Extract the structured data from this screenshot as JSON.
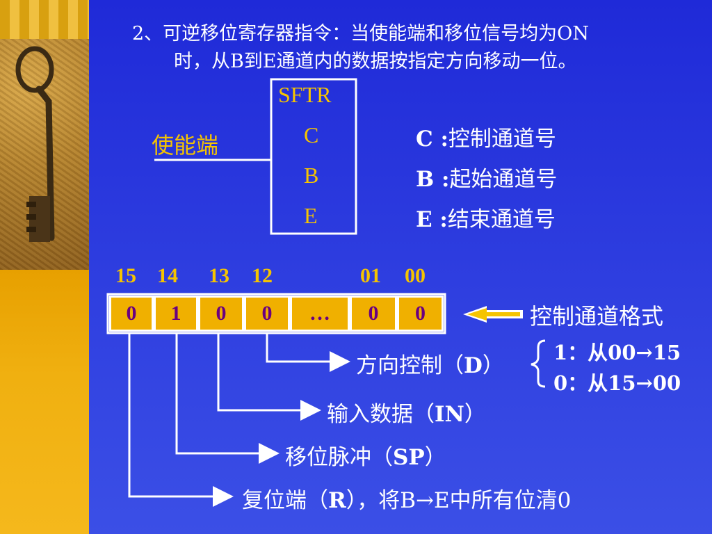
{
  "title": {
    "line1": "2、可逆移位寄存器指令：当使能端和移位信号均为ON",
    "line2": "时，从B到E通道内的数据按指定方向移动一位。"
  },
  "block": {
    "name": "SFTR",
    "params": [
      "C",
      "B",
      "E"
    ],
    "enable_label": "使能端"
  },
  "param_desc": [
    {
      "key": "C :",
      "text": "控制通道号"
    },
    {
      "key": "B :",
      "text": "起始通道号"
    },
    {
      "key": "E :",
      "text": "结束通道号"
    }
  ],
  "bit_numbers": [
    "15",
    "14",
    "13",
    "12",
    "01",
    "00"
  ],
  "bits": [
    "0",
    "1",
    "0",
    "0",
    "…",
    "0",
    "0"
  ],
  "format_label": "控制通道格式",
  "direction": {
    "label_pre": "方向控制（",
    "label_key": "D",
    "label_post": "）",
    "opt1": "1：从00→15",
    "opt0": "0：从15→00"
  },
  "labels": {
    "in_pre": "输入数据（",
    "in_key": "IN",
    "in_post": "）",
    "sp_pre": "移位脉冲（",
    "sp_key": "SP",
    "sp_post": "）",
    "r_pre": "复位端（",
    "r_key": "R",
    "r_post": "），将B→E中所有位清0"
  },
  "colors": {
    "background": "#2a36dc",
    "accent_yellow": "#f5c400",
    "bit_fill": "#f0b000",
    "bit_text": "#6a0080"
  }
}
